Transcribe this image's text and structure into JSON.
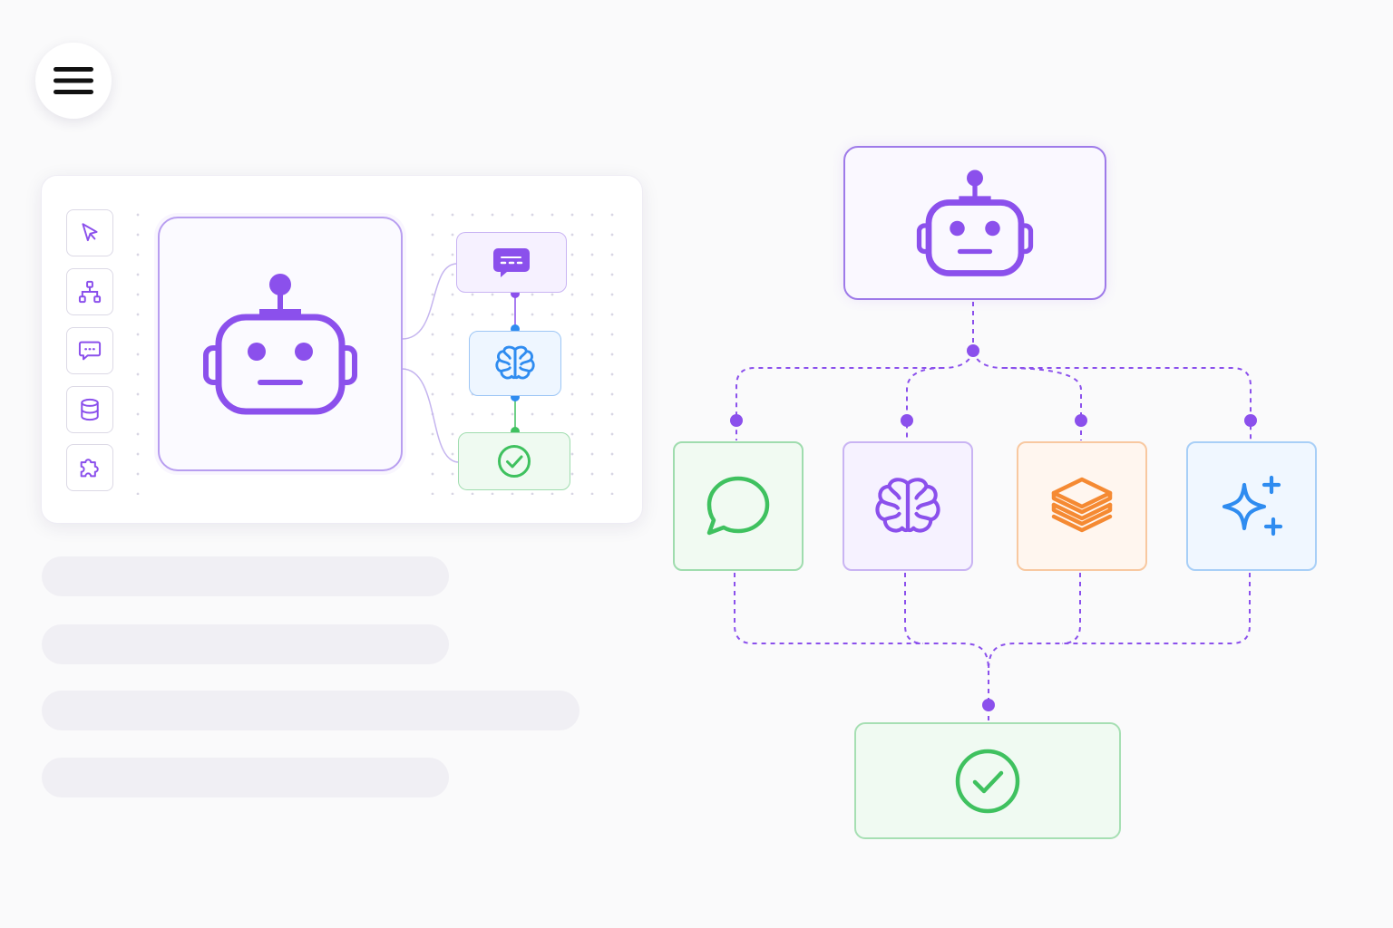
{
  "toolbar_left": {
    "menu_icon": "hamburger-menu-icon"
  },
  "editor": {
    "tools": [
      {
        "name": "cursor-tool",
        "icon": "cursor-pointer-icon"
      },
      {
        "name": "hierarchy-tool",
        "icon": "hierarchy-icon"
      },
      {
        "name": "chat-tool",
        "icon": "chat-bubble-icon"
      },
      {
        "name": "database-tool",
        "icon": "database-icon"
      },
      {
        "name": "plugin-tool",
        "icon": "puzzle-icon"
      }
    ],
    "mini_flow": [
      "chat-bubble-icon",
      "brain-icon",
      "check-circle-icon"
    ]
  },
  "flow": {
    "root": "robot-icon",
    "branches": [
      {
        "icon": "chat-bubble-icon",
        "color": "#3fc15f"
      },
      {
        "icon": "brain-icon",
        "color": "#8b50ec"
      },
      {
        "icon": "layers-icon",
        "color": "#f58a33"
      },
      {
        "icon": "sparkle-icon",
        "color": "#2f8cf0"
      }
    ],
    "result": "check-circle-icon"
  },
  "colors": {
    "purple": "#8b50ec",
    "blue": "#2f8cf0",
    "green": "#3fc15f",
    "orange": "#f58a33",
    "skeleton": "#f0eff4"
  }
}
